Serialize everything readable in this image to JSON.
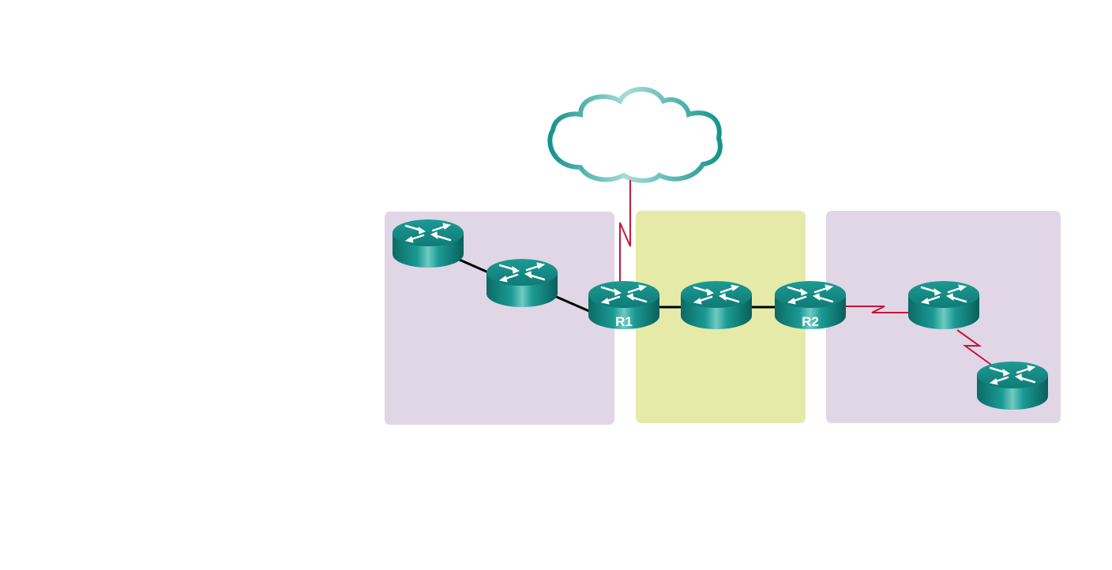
{
  "colors": {
    "zone_left": "#e0d6e6",
    "zone_middle": "#e5eaa8",
    "zone_right": "#e0d6e6",
    "router": "#138a85",
    "ethernet_link": "#000000",
    "serial_link": "#c4163b",
    "cloud": "#1f9a92"
  },
  "routers": [
    {
      "id": "router-a",
      "label": ""
    },
    {
      "id": "router-b",
      "label": ""
    },
    {
      "id": "r1",
      "label": "R1"
    },
    {
      "id": "router-c",
      "label": ""
    },
    {
      "id": "r2",
      "label": "R2"
    },
    {
      "id": "router-d",
      "label": ""
    },
    {
      "id": "router-e",
      "label": ""
    }
  ]
}
